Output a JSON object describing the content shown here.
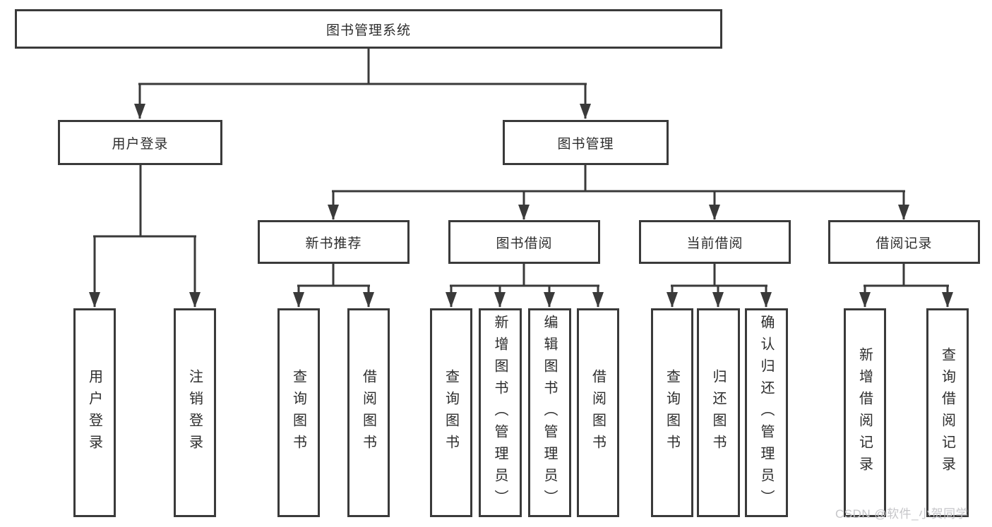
{
  "diagram": {
    "type": "hierarchy-tree",
    "watermark": "CSDN @软件_小贺同学",
    "colors": {
      "line": "#3a3a3a",
      "box_border": "#3a3a3a",
      "box_background": "#ffffff",
      "text": "#2d2d2d",
      "watermark": "#c6c6c9"
    }
  },
  "nodes": {
    "root": {
      "label": "图书管理系统"
    },
    "userLogin": {
      "label": "用户登录"
    },
    "bookManagement": {
      "label": "图书管理"
    },
    "newBookRecommend": {
      "label": "新书推荐"
    },
    "bookBorrow": {
      "label": "图书借阅"
    },
    "currentBorrow": {
      "label": "当前借阅"
    },
    "borrowRecords": {
      "label": "借阅记录"
    },
    "leafUserLogin": {
      "label": "用户登录"
    },
    "leafLogout": {
      "label": "注销登录"
    },
    "leafQueryBooksRec": {
      "label": "查询图书"
    },
    "leafBorrowBooksRec": {
      "label": "借阅图书"
    },
    "leafQueryBooksBorrow": {
      "label": "查询图书"
    },
    "leafAddBooks": {
      "label": "新增图书（管理员）"
    },
    "leafEditBooks": {
      "label": "编辑图书（管理员）"
    },
    "leafBorrowBooks": {
      "label": "借阅图书"
    },
    "leafQueryBooksCurrent": {
      "label": "查询图书"
    },
    "leafReturnBooks": {
      "label": "归还图书"
    },
    "leafConfirmReturn": {
      "label": "确认归还（管理员）"
    },
    "leafAddBorrowRecord": {
      "label": "新增借阅记录"
    },
    "leafQueryBorrowRecord": {
      "label": "查询借阅记录"
    }
  },
  "hierarchy": {
    "图书管理系统": {
      "用户登录": [
        "用户登录",
        "注销登录"
      ],
      "图书管理": {
        "新书推荐": [
          "查询图书",
          "借阅图书"
        ],
        "图书借阅": [
          "查询图书",
          "新增图书（管理员）",
          "编辑图书（管理员）",
          "借阅图书"
        ],
        "当前借阅": [
          "查询图书",
          "归还图书",
          "确认归还（管理员）"
        ],
        "借阅记录": [
          "新增借阅记录",
          "查询借阅记录"
        ]
      }
    }
  }
}
